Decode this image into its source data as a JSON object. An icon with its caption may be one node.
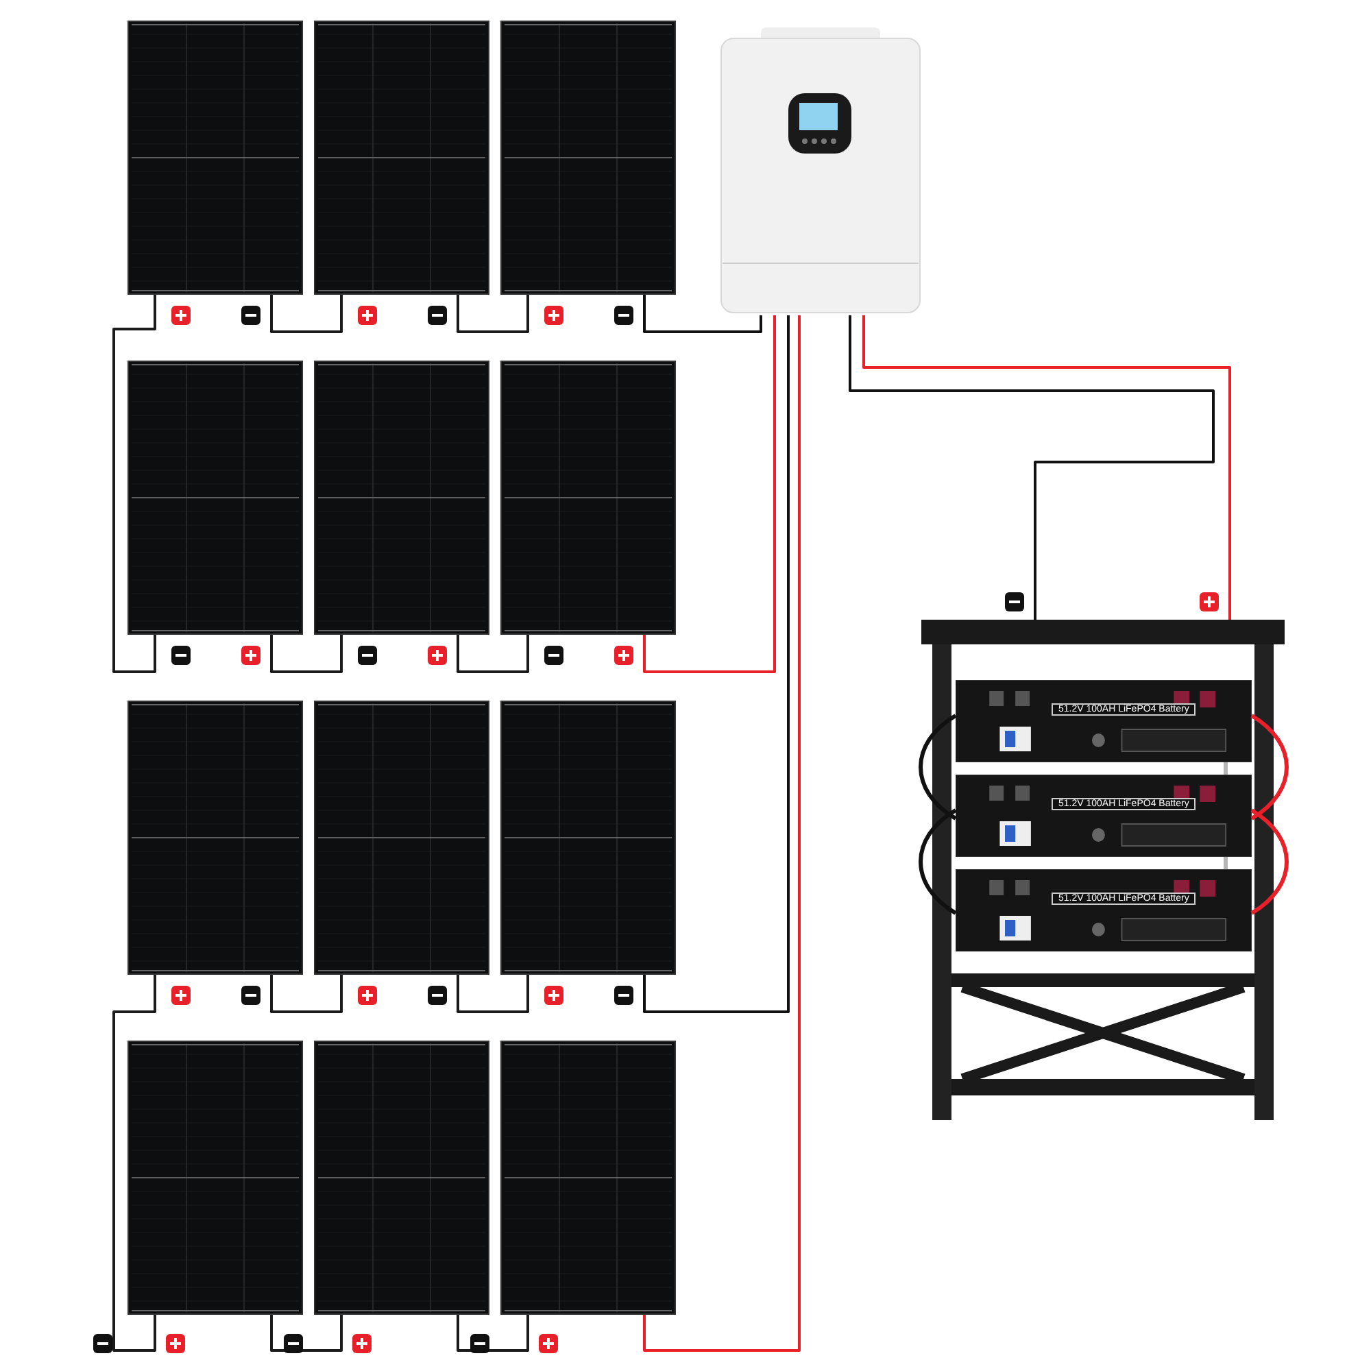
{
  "diagram": {
    "nodes": [
      {
        "text": [],
        "shape": "picture"
      },
      {
        "text": [],
        "shape": "picture"
      },
      {
        "text": [],
        "shape": "picture"
      },
      {
        "text": [],
        "shape": "picture"
      },
      {
        "text": [],
        "shape": "picture"
      },
      {
        "text": [],
        "shape": "picture"
      },
      {
        "text": [],
        "shape": "picture"
      },
      {
        "text": [],
        "shape": "picture"
      },
      {
        "text": [],
        "shape": "picture"
      },
      {
        "text": [],
        "shape": "picture"
      },
      {
        "text": [],
        "shape": "picture"
      },
      {
        "text": [],
        "shape": "picture"
      },
      {
        "text": [],
        "shape": "picture"
      },
      {
        "text": [],
        "shape": "picture"
      },
      {
        "text": [
          "51.2V 100AH LiFePO4 Battery"
        ],
        "in": 13
      },
      {
        "text": [
          "51.2V 100AH LiFePO4 Battery"
        ],
        "in": 13
      },
      {
        "text": [
          "51.2V 100AH LiFePO4 Battery"
        ],
        "in": 13
      }
    ],
    "edges": [
      {
        "from": 0,
        "to": 1,
        "arrow": "none"
      },
      {
        "from": 1,
        "to": 2,
        "arrow": "none"
      },
      {
        "from": 2,
        "to": 12,
        "arrow": "none",
        "color": "#111111"
      },
      {
        "from": 0,
        "to": 3,
        "arrow": "none"
      },
      {
        "from": 3,
        "to": 4,
        "arrow": "none"
      },
      {
        "from": 4,
        "to": 5,
        "arrow": "none"
      },
      {
        "from": 5,
        "to": 12,
        "arrow": "none",
        "color": "#e8202a"
      },
      {
        "from": 6,
        "to": 7,
        "arrow": "none"
      },
      {
        "from": 7,
        "to": 8,
        "arrow": "none"
      },
      {
        "from": 8,
        "to": 12,
        "arrow": "none",
        "color": "#111111"
      },
      {
        "from": 6,
        "to": 9,
        "arrow": "none"
      },
      {
        "from": 9,
        "to": 10,
        "arrow": "none"
      },
      {
        "from": 10,
        "to": 11,
        "arrow": "none"
      },
      {
        "from": 11,
        "to": 12,
        "arrow": "none",
        "color": "#e8202a"
      },
      {
        "from": 12,
        "to": 13,
        "arrow": "none",
        "color": "#e8202a"
      },
      {
        "from": 12,
        "to": 13,
        "arrow": "none",
        "color": "#111111"
      },
      {
        "from": 14,
        "to": 15,
        "arrow": "none",
        "color": "#e8202a"
      },
      {
        "from": 15,
        "to": 16,
        "arrow": "none",
        "color": "#e8202a"
      },
      {
        "from": 14,
        "to": 15,
        "arrow": "none",
        "color": "#111111"
      },
      {
        "from": 15,
        "to": 16,
        "arrow": "none",
        "color": "#111111"
      },
      {
        "from": 14,
        "to": 15,
        "arrow": "none",
        "color": "#b5b5b5"
      },
      {
        "from": 15,
        "to": 16,
        "arrow": "none",
        "color": "#b5b5b5"
      }
    ]
  }
}
